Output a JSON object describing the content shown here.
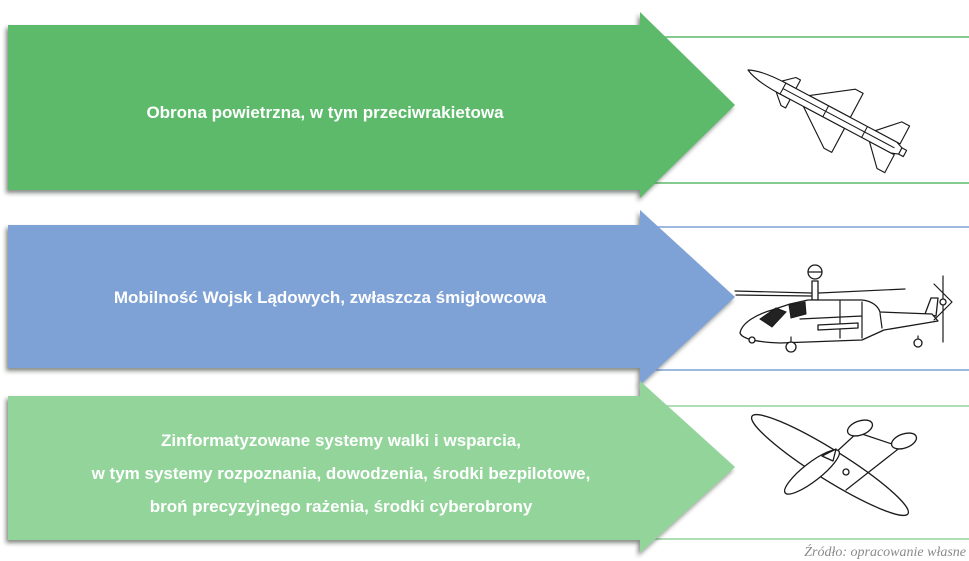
{
  "diagram": {
    "bands": [
      {
        "text_lines": [
          "Obrona powietrzna, w tym przeciwrakietowa"
        ],
        "color": "#5dba6b",
        "icon": "missile-icon"
      },
      {
        "text_lines": [
          "Mobilność Wojsk Lądowych, zwłaszcza śmigłowcowa"
        ],
        "color": "#7fa2d6",
        "icon": "helicopter-icon"
      },
      {
        "text_lines": [
          "Zinformatyzowane systemy walki i wsparcia,",
          "w tym systemy rozpoznania, dowodzenia, środki bezpilotowe,",
          "broń precyzyjnego rażenia, środki cyberobrony"
        ],
        "color": "#93d49b",
        "icon": "drone-icon"
      }
    ],
    "source": "Źródło: opracowanie własne"
  }
}
